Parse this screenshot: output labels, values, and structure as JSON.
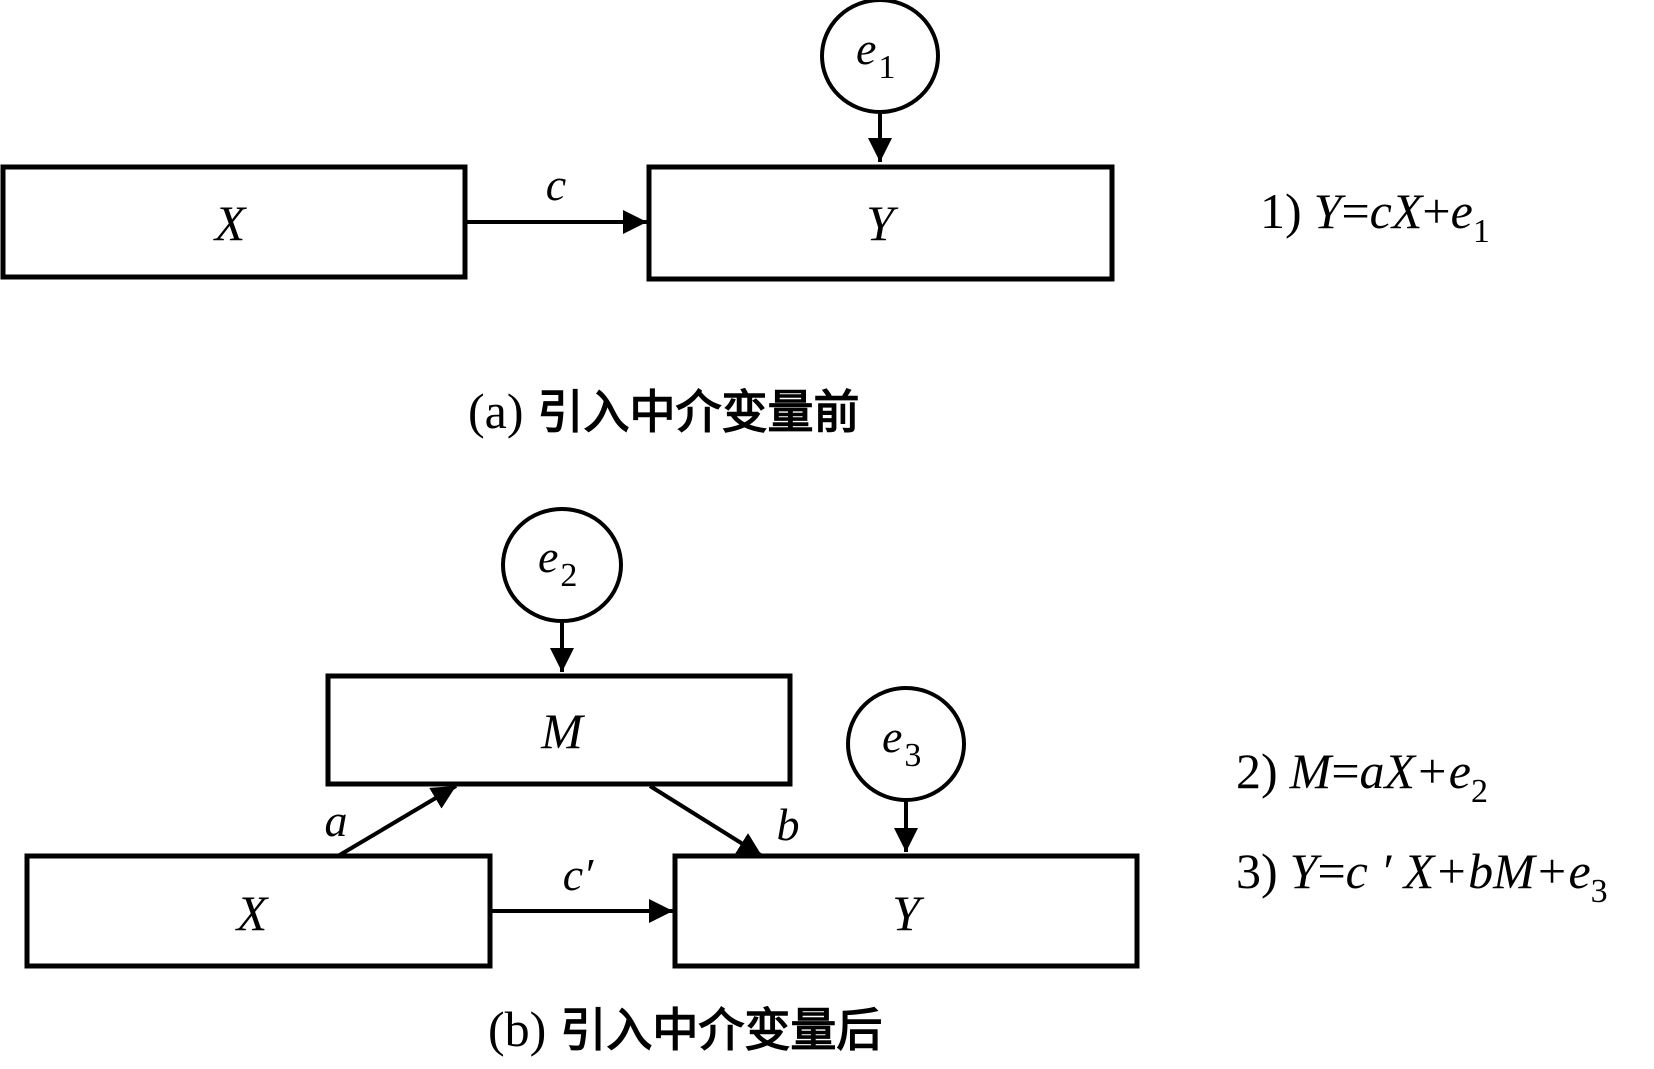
{
  "panel_a": {
    "caption_prefix": "(a)",
    "caption_text": "引入中介变量前",
    "nodes": {
      "x": "X",
      "y": "Y",
      "e1": {
        "base": "e",
        "sub": "1"
      }
    },
    "edges": {
      "x_to_y": "c"
    },
    "equation": {
      "number": "1)",
      "lhs": "Y",
      "eq": "=",
      "term1": "cX",
      "plus": "+",
      "err_base": "e",
      "err_sub": "1"
    }
  },
  "panel_b": {
    "caption_prefix": "(b)",
    "caption_text": "引入中介变量后",
    "nodes": {
      "x": "X",
      "m": "M",
      "y": "Y",
      "e2": {
        "base": "e",
        "sub": "2"
      },
      "e3": {
        "base": "e",
        "sub": "3"
      }
    },
    "edges": {
      "x_to_m": "a",
      "m_to_y": "b",
      "x_to_y": "c′"
    },
    "equations": [
      {
        "number": "2)",
        "lhs": "M",
        "eq": "=",
        "rhs": "aX+e",
        "sub": "2"
      },
      {
        "number": "3)",
        "lhs": "Y",
        "eq": "=",
        "rhs": "c ′ X+bM+e",
        "sub": "3"
      }
    ]
  }
}
